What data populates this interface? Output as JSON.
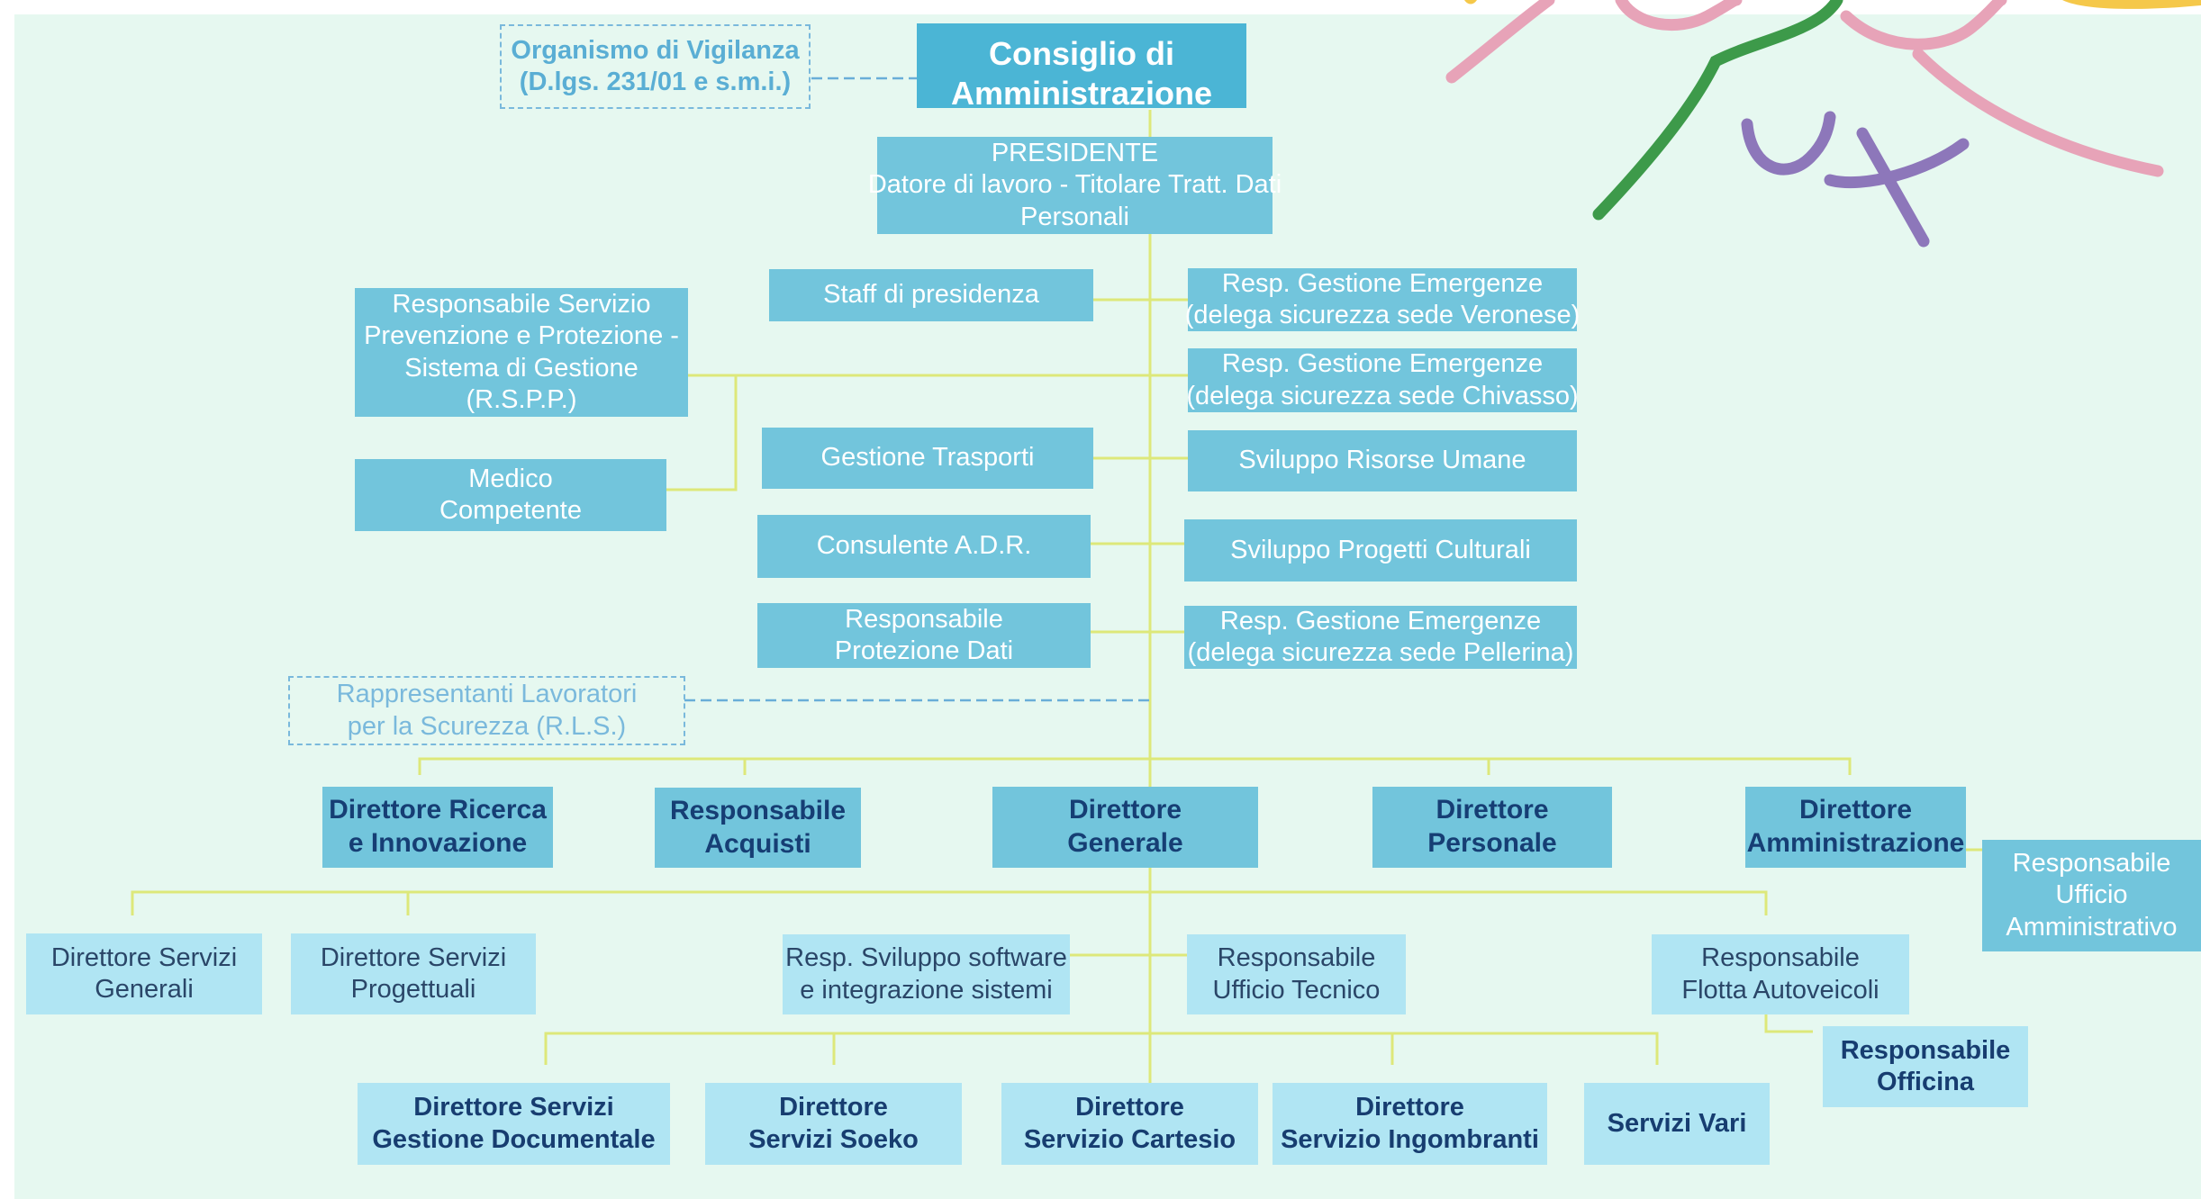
{
  "colors": {
    "background": "#e6f8f0",
    "connector": "#dde87a",
    "dashed_connector": "#6aaed8",
    "box_top": "#4bb5d5",
    "box_mid": "#72c5dc",
    "box_light": "#b0e5f3",
    "text_dark_blue": "#163e74",
    "deco_pink": "#e7a3b8",
    "deco_green": "#3d9a4a",
    "deco_purple": "#8d77ba",
    "deco_yellow": "#f5c84a"
  },
  "org": {
    "board": [
      "Consiglio di",
      "Amministrazione"
    ],
    "vigilance": [
      "Organismo di Vigilanza",
      "(D.lgs. 231/01 e s.m.i.)"
    ],
    "president": [
      "PRESIDENTE",
      "Datore di lavoro - Titolare Tratt. Dati",
      "Personali"
    ],
    "staff": [
      "Staff di presidenza"
    ],
    "rspp": [
      "Responsabile Servizio",
      "Prevenzione e Protezione  -",
      "Sistema di Gestione",
      "(R.S.P.P.)"
    ],
    "medico": [
      "Medico",
      "Competente"
    ],
    "trasporti": [
      "Gestione Trasporti"
    ],
    "adr": [
      "Consulente A.D.R."
    ],
    "dati": [
      "Responsabile",
      "Protezione Dati"
    ],
    "emerg_veronese": [
      "Resp. Gestione Emergenze",
      "(delega sicurezza sede Veronese)"
    ],
    "emerg_chivasso": [
      "Resp. Gestione Emergenze",
      "(delega sicurezza sede Chivasso)"
    ],
    "risorse": [
      "Sviluppo Risorse Umane"
    ],
    "progetti": [
      "Sviluppo Progetti Culturali"
    ],
    "emerg_pellerina": [
      "Resp. Gestione Emergenze",
      "(delega sicurezza sede Pellerina)"
    ],
    "rls": [
      "Rappresentanti Lavoratori",
      "per la Scurezza (R.L.S.)"
    ],
    "dir_ricerca": [
      "Direttore Ricerca",
      "e Innovazione"
    ],
    "resp_acquisti": [
      "Responsabile",
      "Acquisti"
    ],
    "dir_generale": [
      "Direttore",
      "Generale"
    ],
    "dir_personale": [
      "Direttore",
      "Personale"
    ],
    "dir_amministrazione": [
      "Direttore",
      "Amministrazione"
    ],
    "uff_amministrativo": [
      "Responsabile",
      "Ufficio",
      "Amministrativo"
    ],
    "serv_generali": [
      "Direttore Servizi",
      "Generali"
    ],
    "serv_progettuali": [
      "Direttore Servizi",
      "Progettuali"
    ],
    "software": [
      "Resp. Sviluppo software",
      "e integrazione sistemi"
    ],
    "uff_tecnico": [
      "Responsabile",
      "Ufficio Tecnico"
    ],
    "flotta": [
      "Responsabile",
      "Flotta Autoveicoli"
    ],
    "officina": [
      "Responsabile",
      "Officina"
    ],
    "documentale": [
      "Direttore Servizi",
      "Gestione Documentale"
    ],
    "soeko": [
      "Direttore",
      "Servizi Soeko"
    ],
    "cartesio": [
      "Direttore",
      "Servizio Cartesio"
    ],
    "ingombranti": [
      "Direttore",
      "Servizio Ingombranti"
    ],
    "vari": [
      "Servizi Vari"
    ]
  }
}
